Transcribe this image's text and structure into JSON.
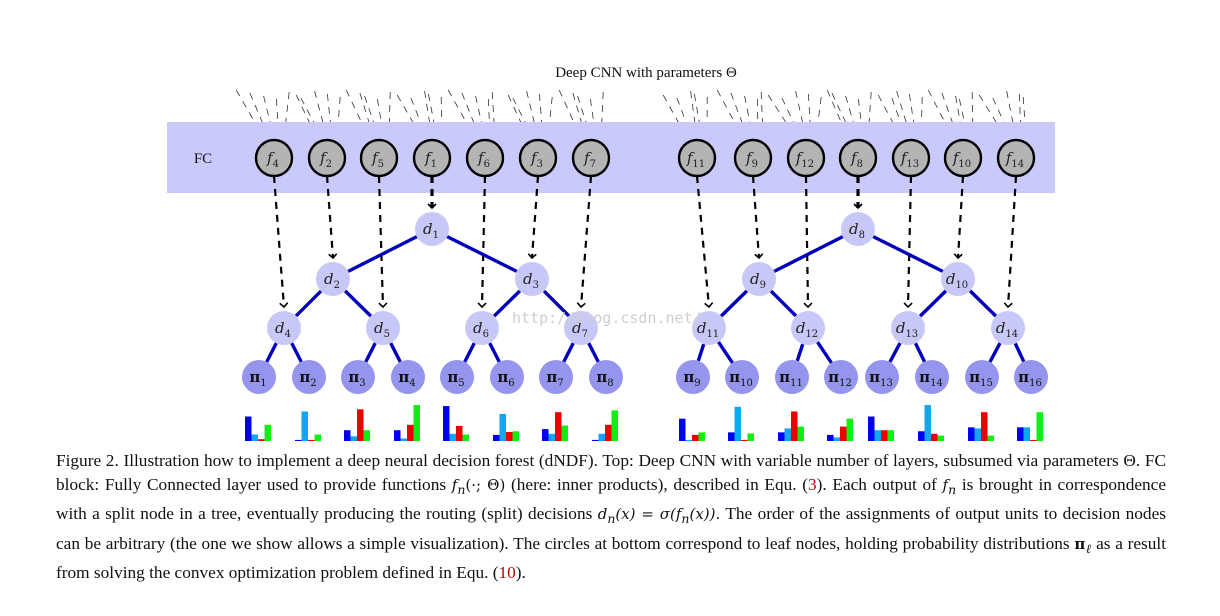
{
  "figure": {
    "title": "Deep CNN with parameters Θ",
    "fc_label": "FC",
    "watermark": "http://blog.csdn.net/",
    "colors": {
      "fc_band": "#c9c9fb",
      "fc_node_fill": "#b4b4b4",
      "split_node_fill": "#c8c8f8",
      "leaf_node_fill": "#9595ee",
      "tree_edge": "#0000bb",
      "bar_colors": [
        "#0000ee",
        "#11a6ee",
        "#ee0000",
        "#11ee11"
      ]
    },
    "fc_units": [
      {
        "name": "f",
        "sub": "4",
        "to_split": "4"
      },
      {
        "name": "f",
        "sub": "2",
        "to_split": "2"
      },
      {
        "name": "f",
        "sub": "5",
        "to_split": "5"
      },
      {
        "name": "f",
        "sub": "1",
        "to_split": "1"
      },
      {
        "name": "f",
        "sub": "6",
        "to_split": "6"
      },
      {
        "name": "f",
        "sub": "3",
        "to_split": "3"
      },
      {
        "name": "f",
        "sub": "7",
        "to_split": "7"
      },
      {
        "name": "f",
        "sub": "11",
        "to_split": "11"
      },
      {
        "name": "f",
        "sub": "9",
        "to_split": "9"
      },
      {
        "name": "f",
        "sub": "12",
        "to_split": "12"
      },
      {
        "name": "f",
        "sub": "8",
        "to_split": "8"
      },
      {
        "name": "f",
        "sub": "13",
        "to_split": "13"
      },
      {
        "name": "f",
        "sub": "10",
        "to_split": "10"
      },
      {
        "name": "f",
        "sub": "14",
        "to_split": "14"
      }
    ],
    "trees": [
      {
        "split_nodes": [
          {
            "name": "d",
            "sub": "1"
          },
          {
            "name": "d",
            "sub": "2"
          },
          {
            "name": "d",
            "sub": "3"
          },
          {
            "name": "d",
            "sub": "4"
          },
          {
            "name": "d",
            "sub": "5"
          },
          {
            "name": "d",
            "sub": "6"
          },
          {
            "name": "d",
            "sub": "7"
          }
        ],
        "leaves": [
          {
            "name": "π",
            "sub": "1",
            "distribution": [
              0.68,
              0.18,
              0.05,
              0.45
            ]
          },
          {
            "name": "π",
            "sub": "2",
            "distribution": [
              0.03,
              0.82,
              0.03,
              0.18
            ]
          },
          {
            "name": "π",
            "sub": "3",
            "distribution": [
              0.3,
              0.13,
              0.88,
              0.3
            ]
          },
          {
            "name": "π",
            "sub": "4",
            "distribution": [
              0.3,
              0.07,
              0.45,
              1.0
            ]
          },
          {
            "name": "π",
            "sub": "5",
            "distribution": [
              0.97,
              0.2,
              0.42,
              0.18
            ]
          },
          {
            "name": "π",
            "sub": "6",
            "distribution": [
              0.17,
              0.75,
              0.25,
              0.27
            ]
          },
          {
            "name": "π",
            "sub": "7",
            "distribution": [
              0.33,
              0.2,
              0.8,
              0.43
            ]
          },
          {
            "name": "π",
            "sub": "8",
            "distribution": [
              0.03,
              0.2,
              0.45,
              0.85
            ]
          }
        ]
      },
      {
        "split_nodes": [
          {
            "name": "d",
            "sub": "8"
          },
          {
            "name": "d",
            "sub": "9"
          },
          {
            "name": "d",
            "sub": "10"
          },
          {
            "name": "d",
            "sub": "11"
          },
          {
            "name": "d",
            "sub": "12"
          },
          {
            "name": "d",
            "sub": "13"
          },
          {
            "name": "d",
            "sub": "14"
          }
        ],
        "leaves": [
          {
            "name": "π",
            "sub": "9",
            "distribution": [
              0.62,
              0.03,
              0.17,
              0.24
            ]
          },
          {
            "name": "π",
            "sub": "10",
            "distribution": [
              0.24,
              0.95,
              0.03,
              0.21
            ]
          },
          {
            "name": "π",
            "sub": "11",
            "distribution": [
              0.24,
              0.35,
              0.82,
              0.4
            ]
          },
          {
            "name": "π",
            "sub": "12",
            "distribution": [
              0.17,
              0.1,
              0.4,
              0.62
            ]
          },
          {
            "name": "π",
            "sub": "13",
            "distribution": [
              0.68,
              0.3,
              0.3,
              0.3
            ]
          },
          {
            "name": "π",
            "sub": "14",
            "distribution": [
              0.27,
              1.0,
              0.2,
              0.15
            ]
          },
          {
            "name": "π",
            "sub": "15",
            "distribution": [
              0.38,
              0.35,
              0.8,
              0.15
            ]
          },
          {
            "name": "π",
            "sub": "16",
            "distribution": [
              0.38,
              0.38,
              0.03,
              0.8
            ]
          }
        ]
      }
    ]
  },
  "caption": {
    "p1": "Figure 2. Illustration how to implement a deep neural decision forest (dNDF). Top: Deep CNN with variable number of layers, subsumed via parameters Θ. FC block: Fully Connected layer used to provide functions ",
    "m1": "f",
    "m1_sub": "n",
    "m1_args": "(·; Θ)",
    "p2": " (here: inner products), described in Equ. (",
    "ref1": "3",
    "p3": "). Each output of ",
    "m2": "f",
    "m2_sub": "n",
    "p4": " is brought in correspondence with a split node in a tree, eventually producing the routing (split) decisions ",
    "m3": "d",
    "m3_sub": "n",
    "m3_rest": "(x) = σ(f",
    "m3_sub2": "n",
    "m3_end": "(x)).",
    "p5": " The order of the assignments of output units to decision nodes can be arbitrary (the one we show allows a simple visualization). The circles at bottom correspond to leaf nodes, holding probability distributions ",
    "m4": "π",
    "m4_sub": "ℓ",
    "p6": " as a result from solving the convex optimization problem defined in Equ. (",
    "ref2": "10",
    "p7": ")."
  }
}
